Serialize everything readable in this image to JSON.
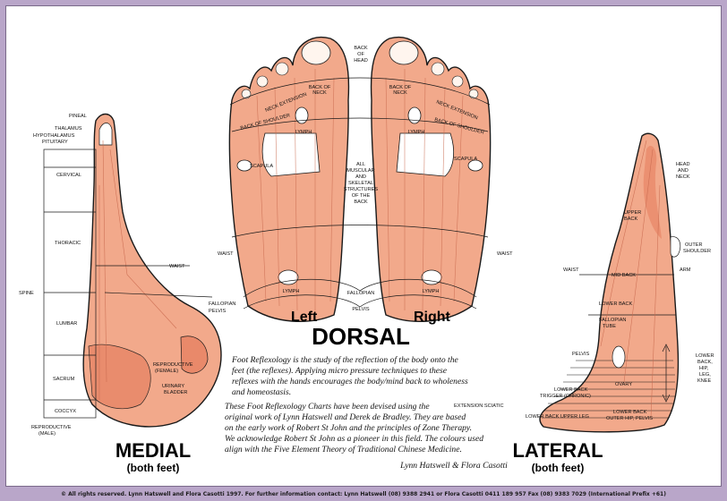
{
  "titles": {
    "dorsal": "DORSAL",
    "left": "Left",
    "right": "Right",
    "medial": "MEDIAL",
    "medial_sub": "(both feet)",
    "lateral": "LATERAL",
    "lateral_sub": "(both feet)"
  },
  "dorsal_labels": {
    "back_of_head": [
      "BACK",
      "OF",
      "HEAD"
    ],
    "back_of_neck": [
      "BACK OF",
      "NECK"
    ],
    "neck_extension": "NECK EXTENSION",
    "back_of_shoulder": "BACK OF SHOULDER",
    "lymph": "LYMPH",
    "scapula": "SCAPULA",
    "waist": "WAIST",
    "fallopian": "FALLOPIAN",
    "pelvis": "PELVIS",
    "skeletal": [
      "ALL",
      "MUSCULAR",
      "AND",
      "SKELETAL",
      "STRUCTURES",
      "OF THE",
      "BACK"
    ]
  },
  "medial_labels": {
    "pineal": "PINEAL",
    "thalamus": "THALAMUS",
    "hypothalamus": "HYPOTHALAMUS",
    "pituitary": "PITUITARY",
    "cervical": "CERVICAL",
    "thoracic": "THORACIC",
    "spine": "SPINE",
    "lumbar": "LUMBAR",
    "sacrum": "SACRUM",
    "coccyx": "COCCYX",
    "waist": "WAIST",
    "fallopian": "FALLOPIAN",
    "pelvis": "PELVIS",
    "reproductive_female": [
      "REPRODUCTIVE",
      "(FEMALE)"
    ],
    "urinary_bladder": [
      "URINARY",
      "BLADDER"
    ],
    "reproductive_male": [
      "REPRODUCTIVE",
      "(MALE)"
    ]
  },
  "lateral_labels": {
    "head_and_neck": [
      "HEAD",
      "AND",
      "NECK"
    ],
    "upper_back": [
      "UPPER",
      "BACK"
    ],
    "outer_shoulder": [
      "OUTER",
      "SHOULDER"
    ],
    "arm": "ARM",
    "waist": "WAIST",
    "mid_back": "MID BACK",
    "lower_back": "LOWER BACK",
    "fallopian_tube": [
      "FALLOPIAN",
      "TUBE"
    ],
    "pelvis": "PELVIS",
    "ovary": "OVARY",
    "lower_back_hip": [
      "LOWER",
      "BACK,",
      "HIP,",
      "LEG,",
      "KNEE"
    ],
    "lower_back_trigger": [
      "LOWER BACK",
      "TRIGGER (CHRONIC)"
    ],
    "lower_back_outer_hip": [
      "LOWER BACK",
      "OUTER HIP, PELVIS"
    ],
    "extension_sciatic": "EXTENSION SCIATIC",
    "lower_back_upper_leg": "LOWER BACK UPPER LEG"
  },
  "description": [
    "Foot Reflexology is the study of the reflection of the body onto the",
    "feet (the reflexes). Applying micro pressure techniques to these",
    "reflexes with the hands encourages the body/mind back to wholeness",
    "and homeostasis.",
    "These Foot Reflexology Charts have been devised using the",
    "original work of Lynn Hatswell and Derek de Bradley. They are based",
    "on the early work of Robert St John and the principles of Zone Therapy.",
    "We acknowledge Robert St John as a pioneer in this field. The colours used",
    "align with the Five Element Theory of Traditional Chinese Medicine."
  ],
  "authors": "Lynn Hatswell & Flora Casotti",
  "footer": "© All rights reserved. Lynn Hatswell and Flora Casotti 1997. For further information contact: Lynn Hatswell (08) 9388 2941 or Flora Casotti 0411 189 957 Fax (08) 9383 7029 (International Prefix +61)",
  "colors": {
    "skin": "#f0a78a",
    "skin_dark": "#e9896a",
    "outline": "#1a1a1a",
    "background": "#b9a6c9"
  }
}
